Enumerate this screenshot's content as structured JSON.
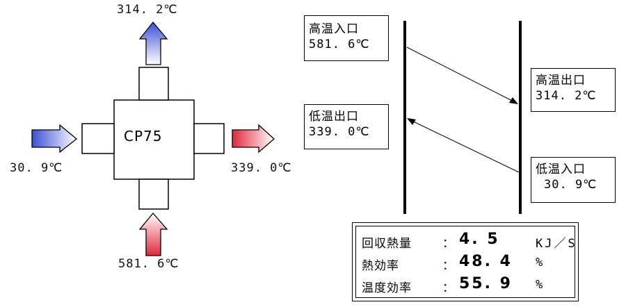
{
  "device": {
    "name": "CP75"
  },
  "left_diagram": {
    "top_outlet_temp": "314. 2℃",
    "left_inlet_temp": "30. 9℃",
    "right_outlet_temp": "339. 0℃",
    "bottom_inlet_temp": "581. 6℃"
  },
  "flow_diagram": {
    "high_inlet": {
      "label": "高温入口",
      "temp": "581. 6℃"
    },
    "high_outlet": {
      "label": "高温出口",
      "temp": "314. 2℃"
    },
    "low_outlet": {
      "label": "低温出口",
      "temp": "339. 0℃"
    },
    "low_inlet": {
      "label": "低温入口",
      "temp": "30. 9℃"
    }
  },
  "metrics": [
    {
      "label": "回収熱量",
      "colon": "：",
      "value": "4. 5",
      "unit": "KJ／S"
    },
    {
      "label": "熱効率",
      "colon": "：",
      "value": "48. 4",
      "unit": "%"
    },
    {
      "label": "温度効率",
      "colon": "：",
      "value": "55. 9",
      "unit": "%"
    }
  ],
  "colors": {
    "cold_arrow_start": "#3a4fd6",
    "hot_arrow_start": "#e0283c",
    "outline": "#000000"
  },
  "icons": {
    "top_arrow": "arrow-up-icon",
    "left_arrow": "arrow-right-icon",
    "right_arrow": "arrow-right-icon",
    "bottom_arrow": "arrow-up-icon"
  }
}
